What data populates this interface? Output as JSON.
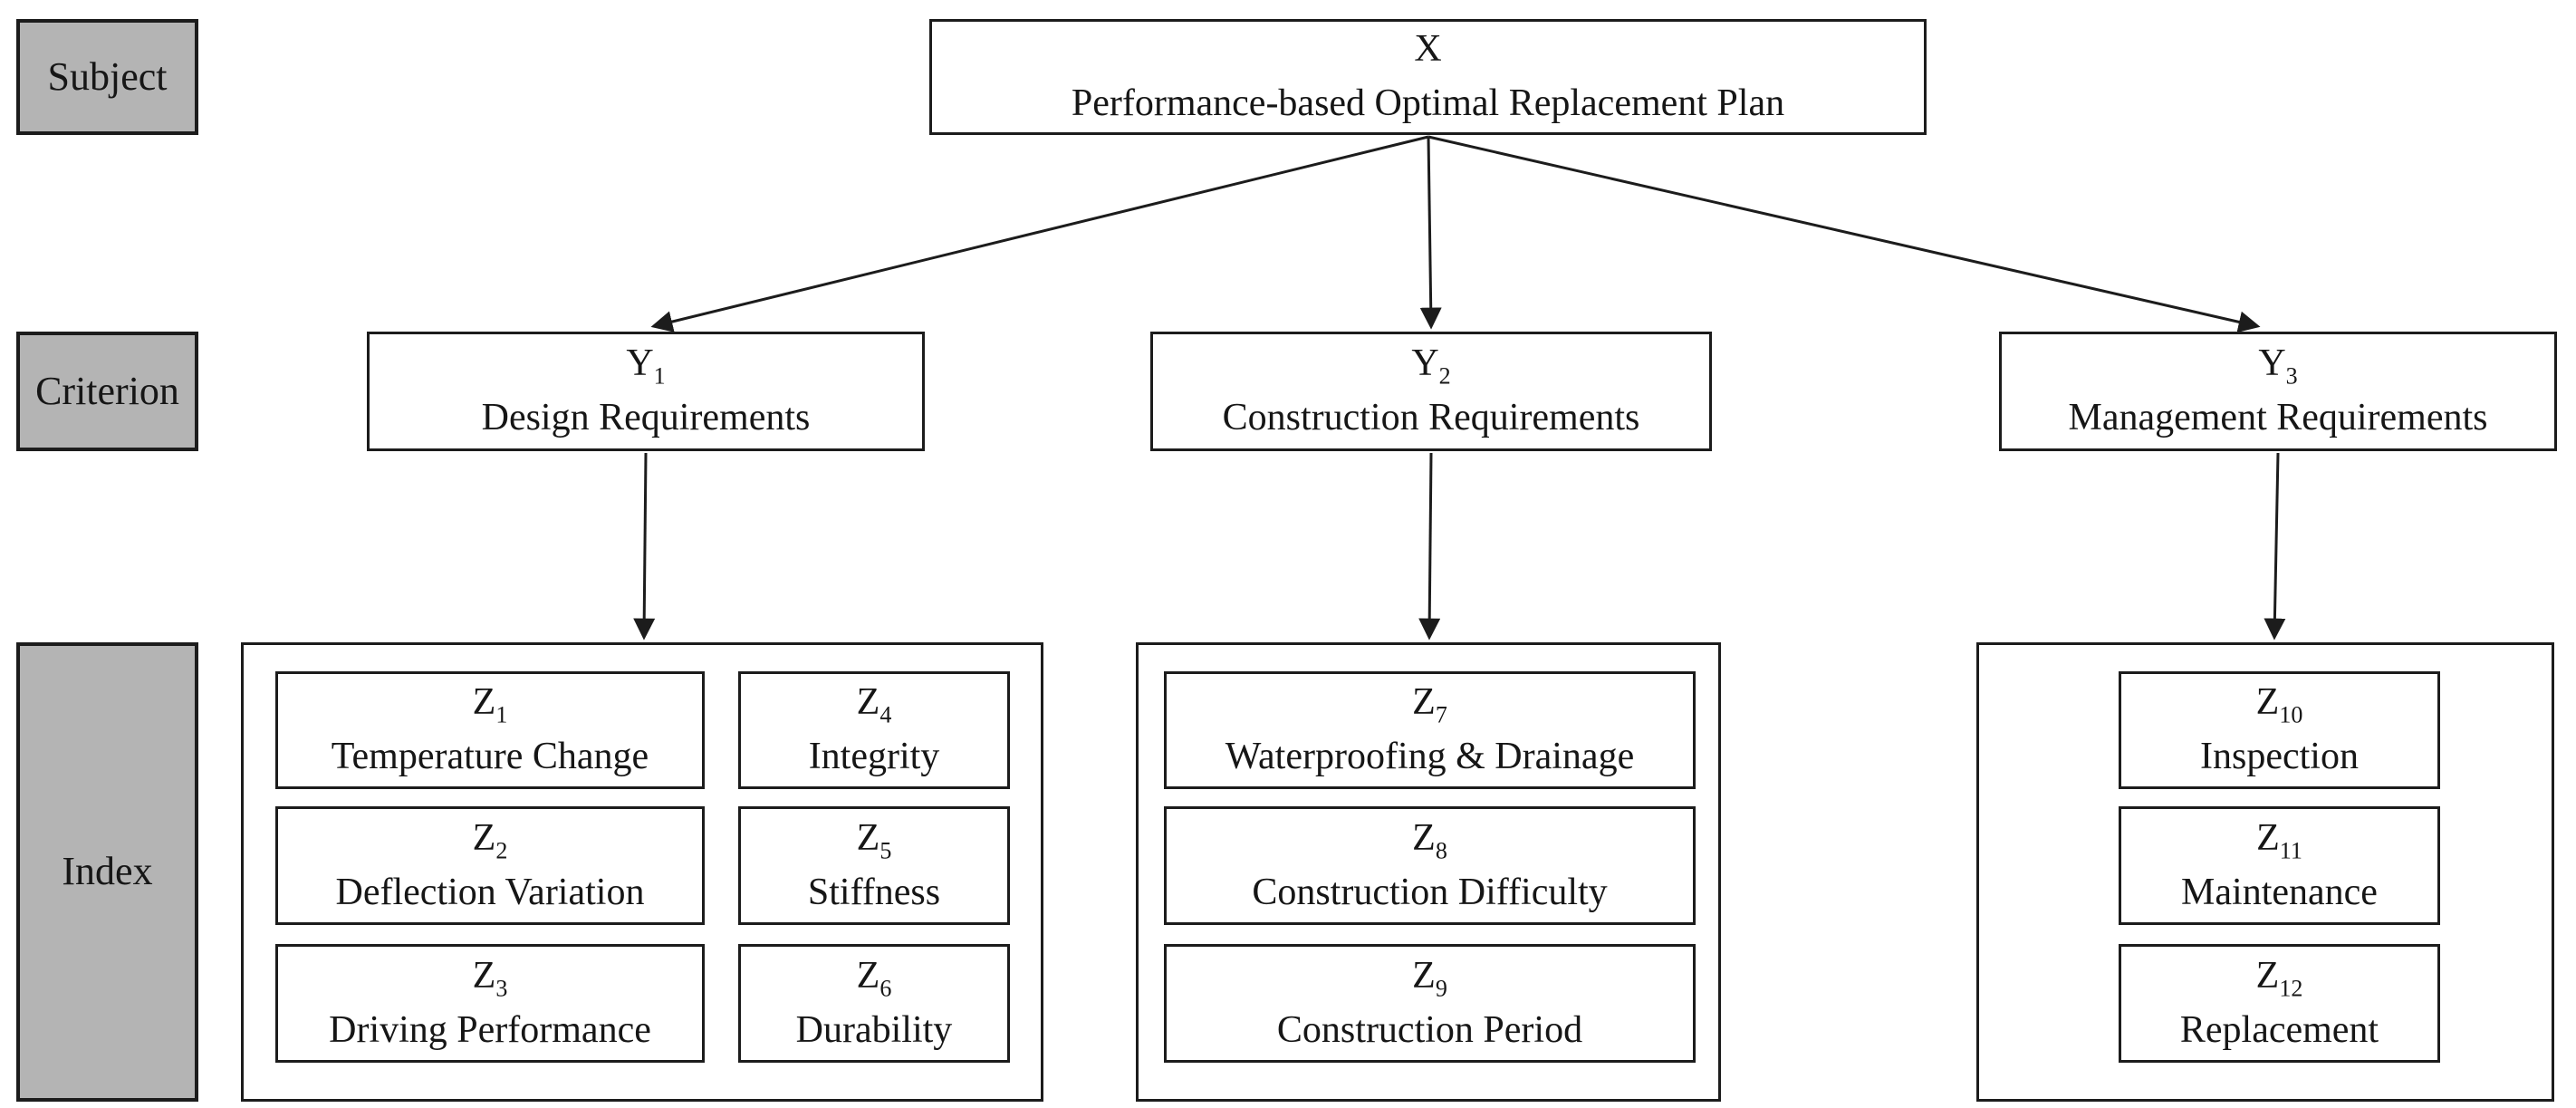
{
  "row_labels": {
    "subject": "Subject",
    "criterion": "Criterion",
    "index": "Index"
  },
  "subject": {
    "code": "X",
    "sub": "",
    "label": "Performance-based Optimal Replacement Plan"
  },
  "criteria": [
    {
      "code": "Y",
      "sub": "1",
      "label": "Design Requirements"
    },
    {
      "code": "Y",
      "sub": "2",
      "label": "Construction Requirements"
    },
    {
      "code": "Y",
      "sub": "3",
      "label": "Management Requirements"
    }
  ],
  "indices": [
    {
      "code": "Z",
      "sub": "1",
      "label": "Temperature Change"
    },
    {
      "code": "Z",
      "sub": "2",
      "label": "Deflection Variation"
    },
    {
      "code": "Z",
      "sub": "3",
      "label": "Driving Performance"
    },
    {
      "code": "Z",
      "sub": "4",
      "label": "Integrity"
    },
    {
      "code": "Z",
      "sub": "5",
      "label": "Stiffness"
    },
    {
      "code": "Z",
      "sub": "6",
      "label": "Durability"
    },
    {
      "code": "Z",
      "sub": "7",
      "label": "Waterproofing & Drainage"
    },
    {
      "code": "Z",
      "sub": "8",
      "label": "Construction Difficulty"
    },
    {
      "code": "Z",
      "sub": "9",
      "label": "Construction Period"
    },
    {
      "code": "Z",
      "sub": "10",
      "label": "Inspection"
    },
    {
      "code": "Z",
      "sub": "11",
      "label": "Maintenance"
    },
    {
      "code": "Z",
      "sub": "12",
      "label": "Replacement"
    }
  ],
  "colors": {
    "label_bg": "#b4b4b4",
    "node_bg": "#ffffff",
    "border": "#1c1c1c",
    "background": "#ffffff"
  }
}
